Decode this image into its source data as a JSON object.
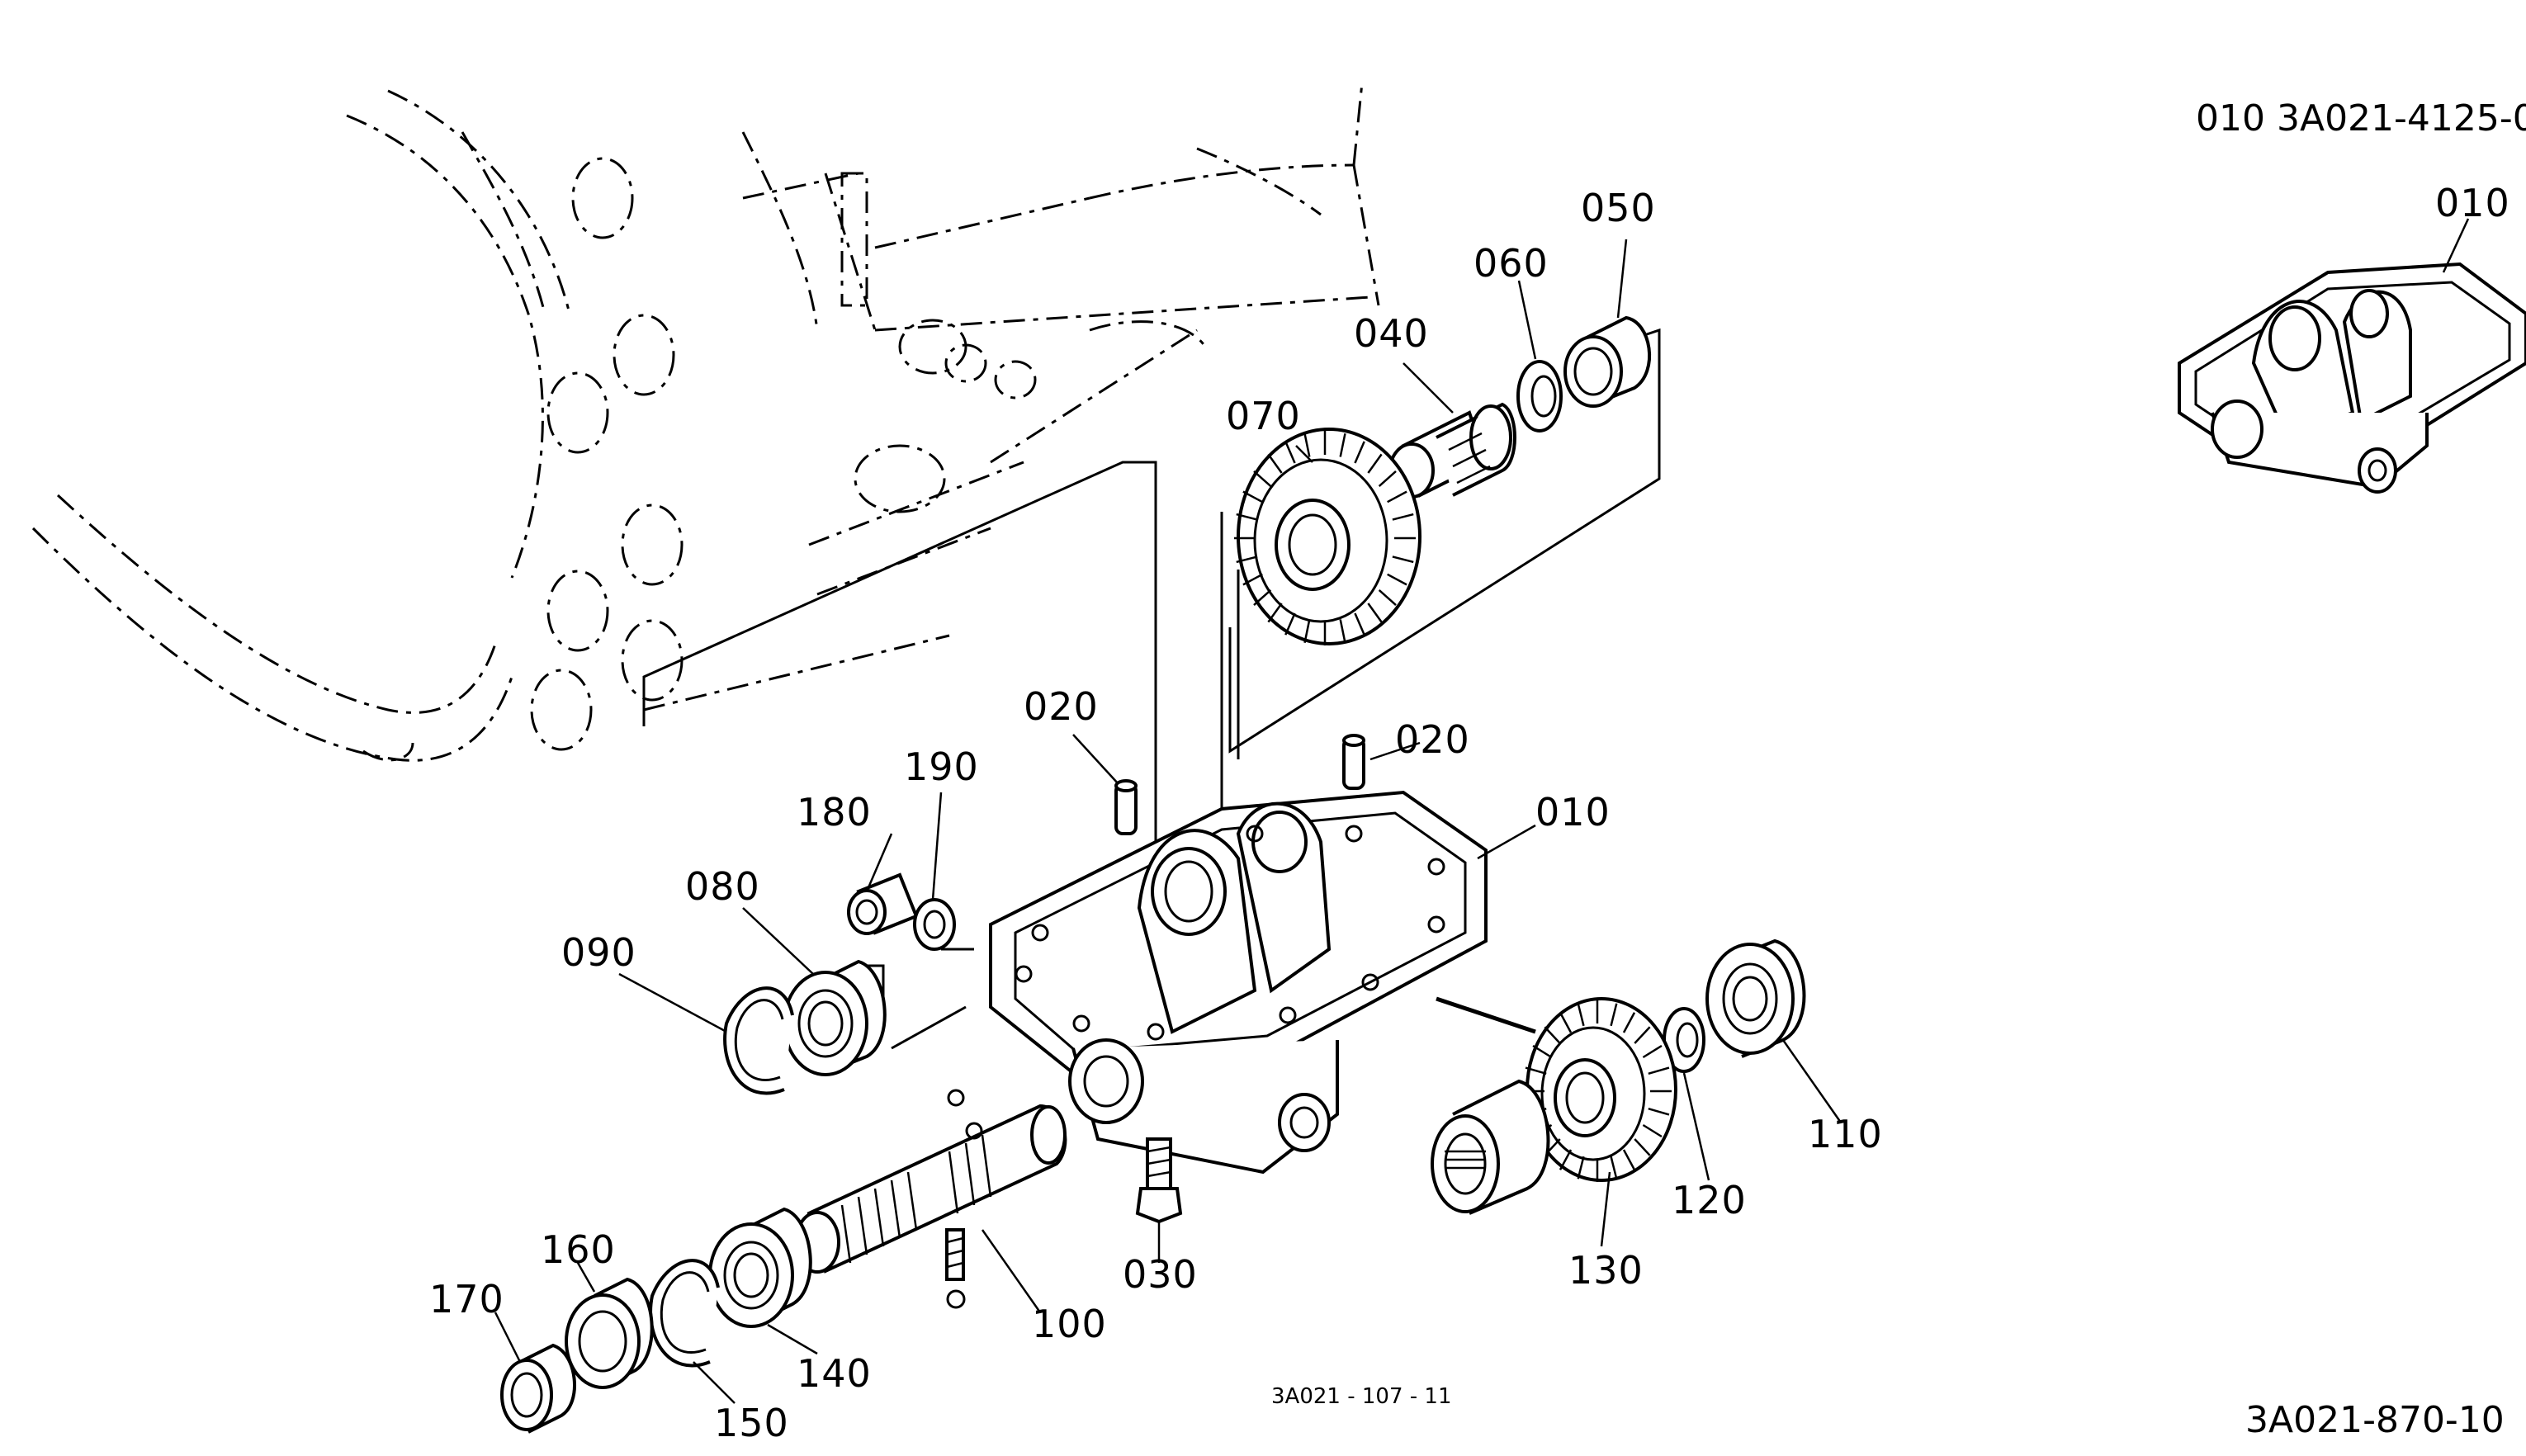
{
  "labels": {
    "p010": "010",
    "p010_inset": "010",
    "p020_a": "020",
    "p020_b": "020",
    "p030": "030",
    "p040": "040",
    "p050": "050",
    "p060": "060",
    "p070": "070",
    "p080": "080",
    "p090": "090",
    "p100": "100",
    "p110": "110",
    "p120": "120",
    "p130": "130",
    "p140": "140",
    "p150": "150",
    "p160": "160",
    "p170": "170",
    "p180": "180",
    "p190": "190"
  },
  "inset_caption": "010 3A021-4125-0",
  "drawing_number_center": "3A021 - 107 - 11",
  "drawing_number_corner": "3A021-870-10"
}
